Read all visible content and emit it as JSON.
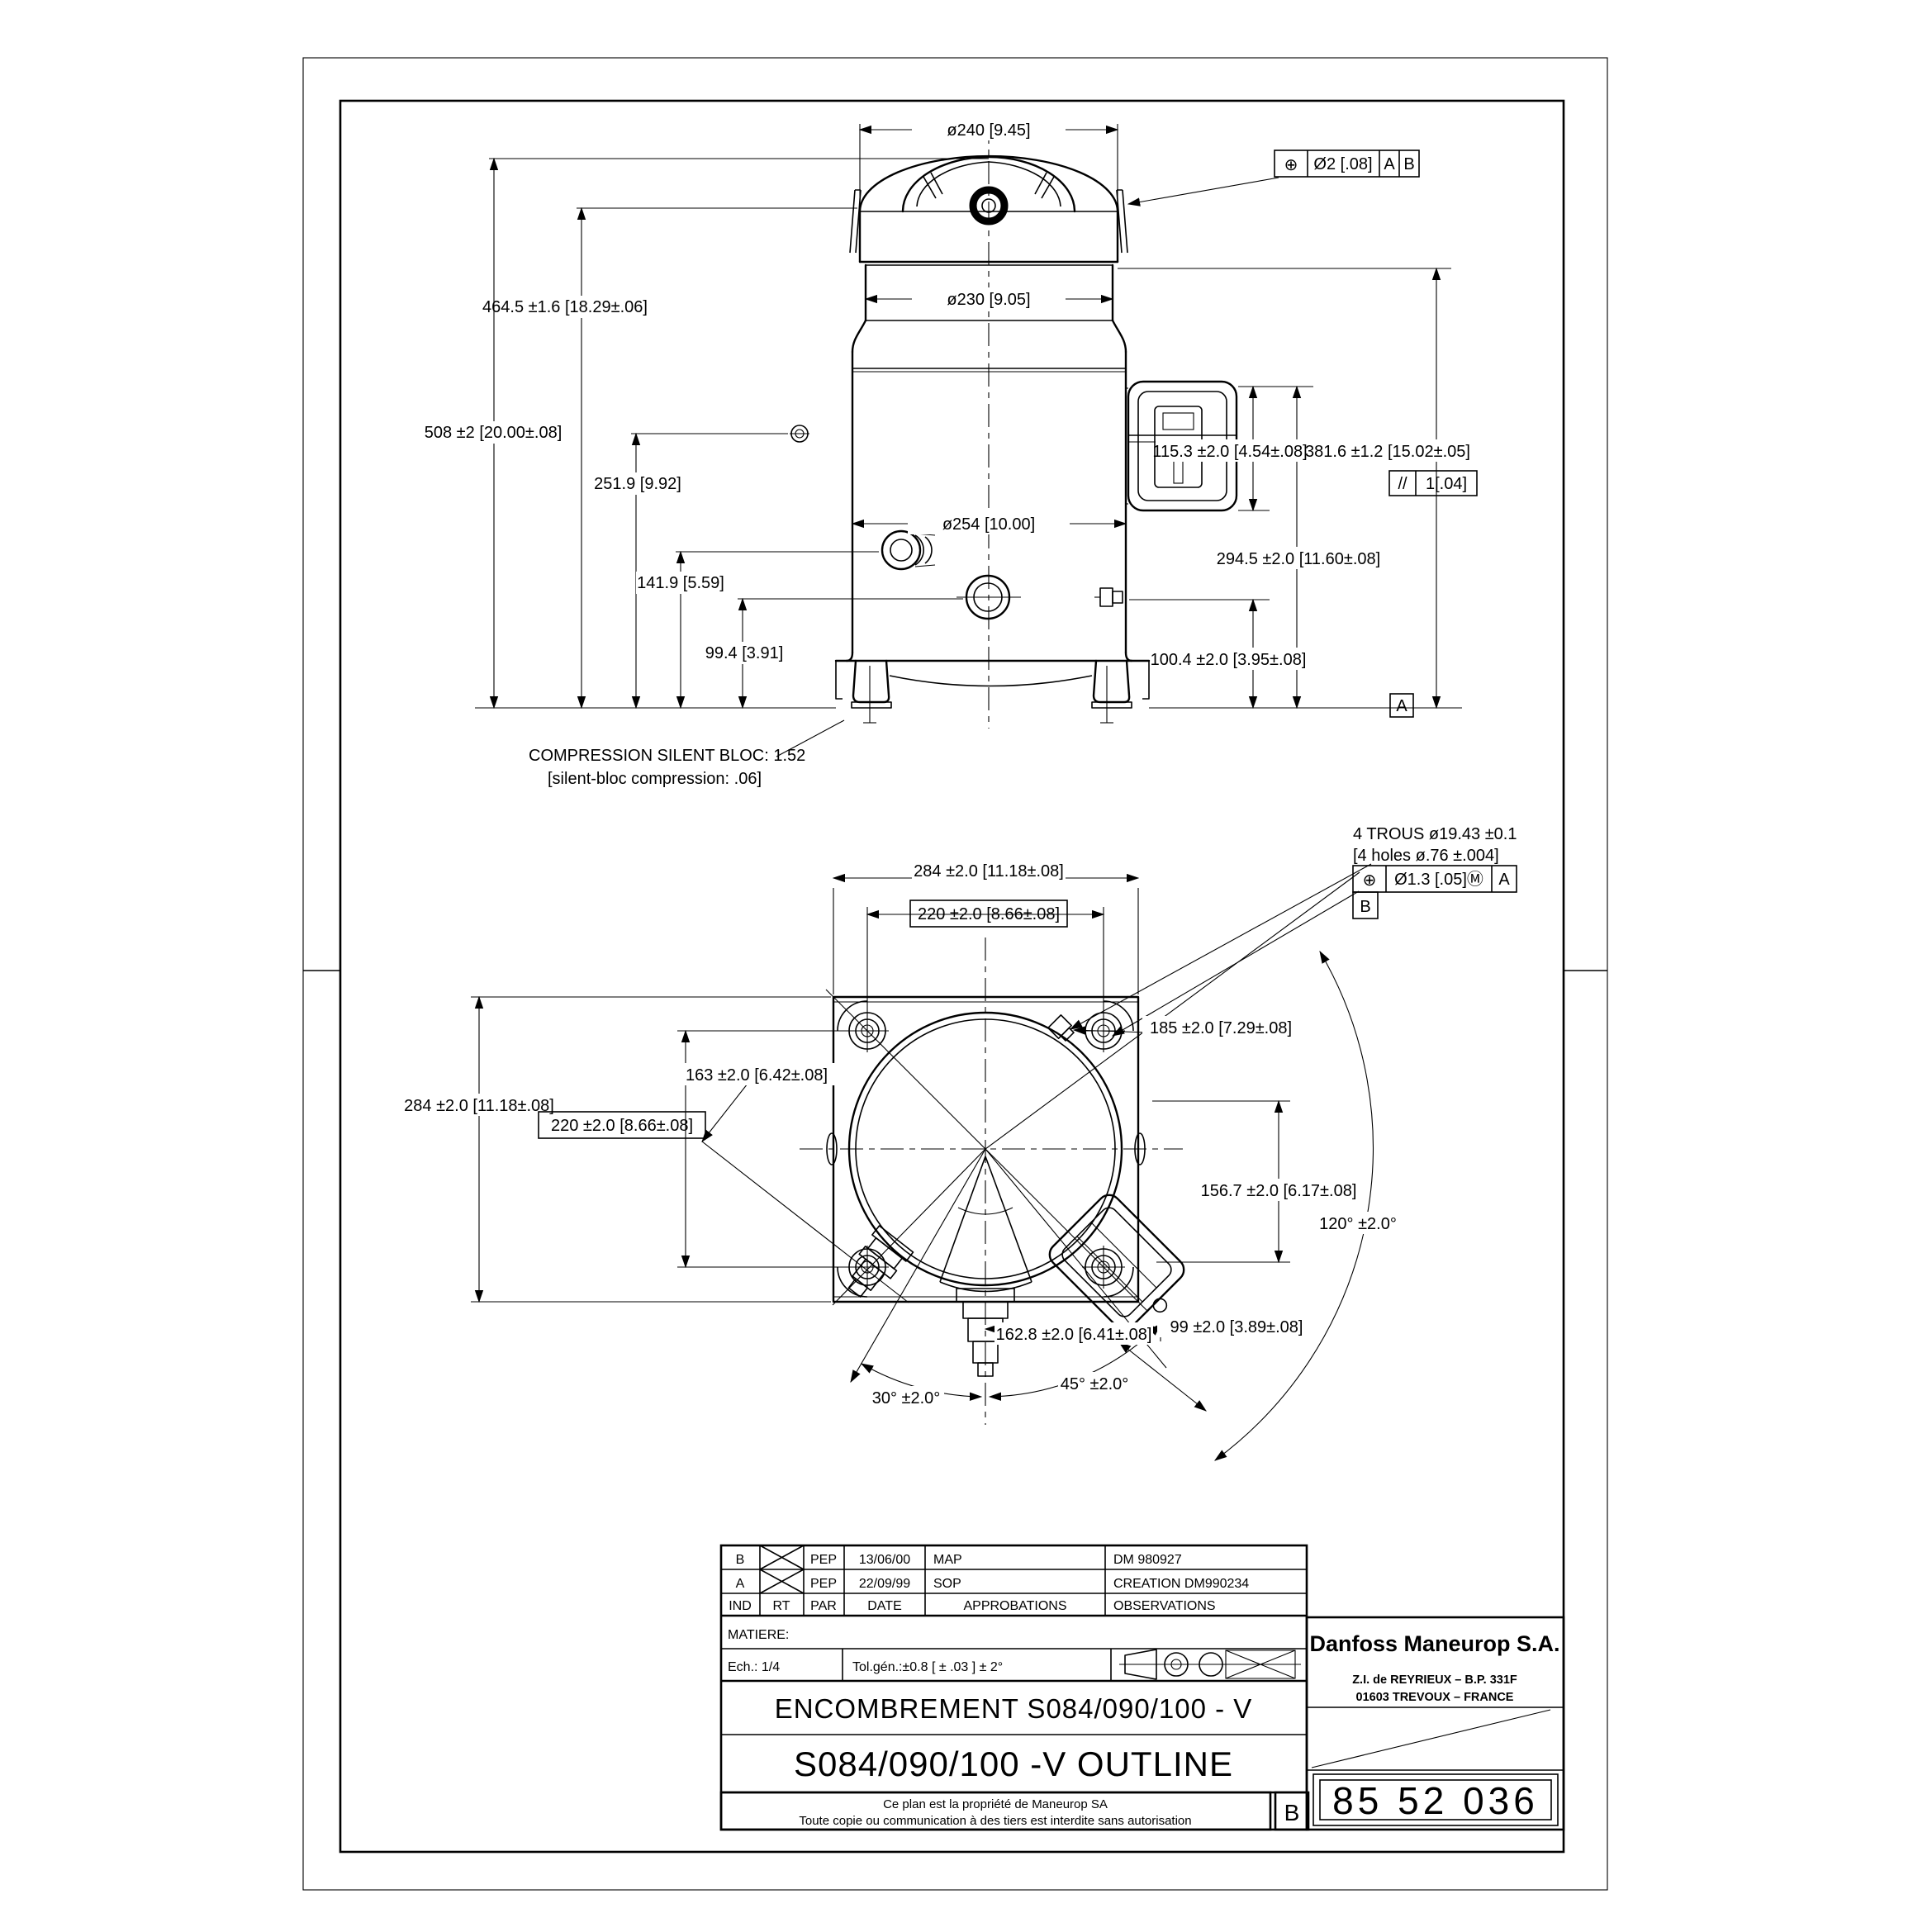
{
  "side_view": {
    "dia240": "ø240 [9.45]",
    "dia230": "ø230 [9.05]",
    "dia254": "ø254 [10.00]",
    "h508": "508 ±2  [20.00±.08]",
    "h4645": "464.5 ±1.6  [18.29±.06]",
    "h2519": "251.9 [9.92]",
    "h1419": "141.9 [5.59]",
    "h994": "99.4  [3.91]",
    "h1153": "115.3 ±2.0  [4.54±.08]",
    "h3816": "381.6 ±1.2  [15.02±.05]",
    "h2945": "294.5 ±2.0  [11.60±.08]",
    "h1004": "100.4 ±2.0  [3.95±.08]",
    "fcf_pos": "⊕",
    "fcf_tol": "Ø2 [.08]",
    "fcf_a": "A",
    "fcf_b": "B",
    "par_sym": "//",
    "par_val": "1[.04]",
    "datum_a": "A",
    "note_l1": "COMPRESSION SILENT BLOC: 1.52",
    "note_l2": "[silent-bloc compression:  .06]"
  },
  "plan_view": {
    "w284_top": "284 ±2.0  [11.18±.08]",
    "w220_top": "220 ±2.0  [8.66±.08]",
    "w284_left": "284 ±2.0  [11.18±.08]",
    "w220_left": "220 ±2.0  [8.66±.08]",
    "d163": "163 ±2.0  [6.42±.08]",
    "d185": "185 ±2.0  [7.29±.08]",
    "d1567": "156.7 ±2.0  [6.17±.08]",
    "a120": "120° ±2.0°",
    "d1628": "162.8 ±2.0  [6.41±.08]",
    "d99": "99 ±2.0  [3.89±.08]",
    "a45": "45° ±2.0°",
    "a30": "30° ±2.0°",
    "holes_l1": "4 TROUS ø19.43 ±0.1",
    "holes_l2": "[4 holes ø.76 ±.004]",
    "fcf2_pos": "⊕",
    "fcf2_tol": "Ø1.3 [.05]Ⓜ",
    "fcf2_a": "A",
    "fcf2_b": "B"
  },
  "title_block": {
    "revisions": [
      {
        "ind": "B",
        "par": "PEP",
        "date": "13/06/00",
        "appro": "MAP",
        "obs": "DM 980927"
      },
      {
        "ind": "A",
        "par": "PEP",
        "date": "22/09/99",
        "appro": "SOP",
        "obs": "CREATION DM990234"
      }
    ],
    "headers": {
      "ind": "IND",
      "rt": "RT",
      "par": "PAR",
      "date": "DATE",
      "appro": "APPROBATIONS",
      "obs": "OBSERVATIONS"
    },
    "matiere": "MATIERE:",
    "scale": "Ech.: 1/4",
    "tol": "Tol.gén.:±0.8    [ ± .03 ]    ± 2°",
    "title_fr": "ENCOMBREMENT S084/090/100 - V",
    "title_en": "S084/090/100 -V   OUTLINE",
    "company": "Danfoss Maneurop S.A.",
    "address1": "Z.I. de REYRIEUX – B.P. 331F",
    "address2": "01603 TREVOUX – FRANCE",
    "note1": "Ce plan est la propriété de Maneurop SA",
    "note2": "Toute copie ou communication à des tiers est interdite sans autorisation",
    "rev": "B",
    "number": "85 52 036"
  }
}
